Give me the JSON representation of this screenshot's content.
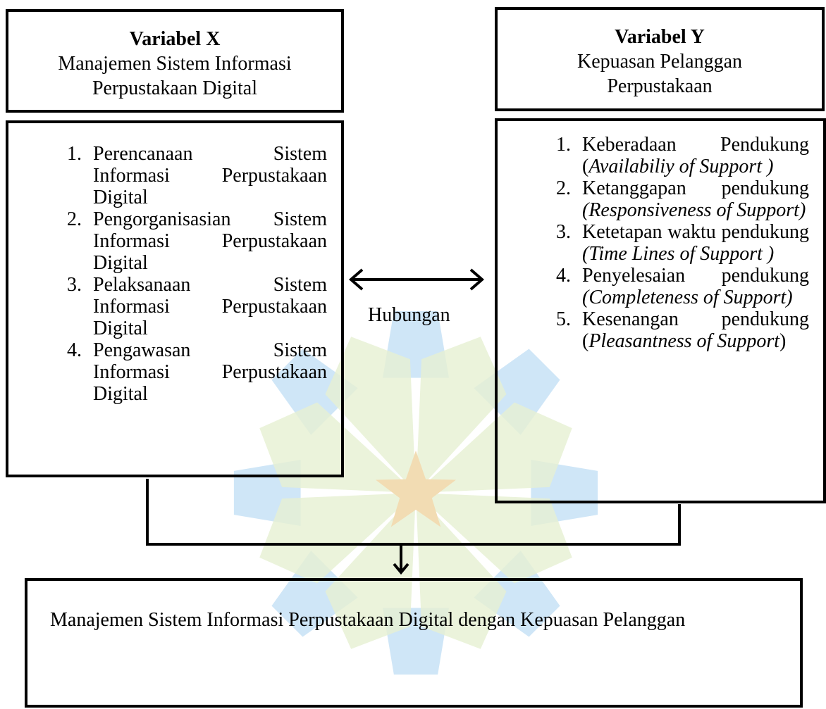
{
  "variable_x": {
    "title": "Variabel X",
    "subtitle": "Manajemen Sistem Informasi Perpustakaan Digital",
    "items": [
      {
        "num": "1.",
        "text": "Perencanaan Sistem Informasi Perpustakaan Digital"
      },
      {
        "num": "2.",
        "text": "Pengorganisasian Sistem Informasi Perpustakaan Digital"
      },
      {
        "num": "3.",
        "text": "Pelaksanaan Sistem Informasi Perpustakaan Digital"
      },
      {
        "num": "4.",
        "text": "Pengawasan Sistem Informasi Perpustakaan Digital"
      }
    ]
  },
  "variable_y": {
    "title": "Variabel Y",
    "subtitle_line1": "Kepuasan Pelanggan",
    "subtitle_line2": "Perpustakaan",
    "items": [
      {
        "num": "1.",
        "text": "Keberadaan Pendukung",
        "italic": "Availabiliy of Support )",
        "pre": "(",
        "post": ""
      },
      {
        "num": "2.",
        "text": "Ketanggapan pendukung",
        "italic": "(Responsiveness of Support)",
        "pre": "",
        "post": ""
      },
      {
        "num": "3.",
        "text": "Ketetapan waktu pendukung",
        "italic": "(Time Lines of Support )",
        "pre": "",
        "post": ""
      },
      {
        "num": "4.",
        "text": "Penyelesaian pendukung",
        "italic": "(Completeness of Support)",
        "pre": "",
        "post": ""
      },
      {
        "num": "5.",
        "text": "Kesenangan pendukung",
        "italic": "Pleasantness of Support",
        "pre": "(",
        "post": ")"
      }
    ]
  },
  "relation_label": "Hubungan",
  "conclusion": "Manajemen Sistem Informasi Perpustakaan Digital dengan Kepuasan Pelanggan",
  "colors": {
    "watermark_blue": "#cfe6f7",
    "watermark_green": "#e6f0d2",
    "watermark_star": "#f2dcb3"
  }
}
